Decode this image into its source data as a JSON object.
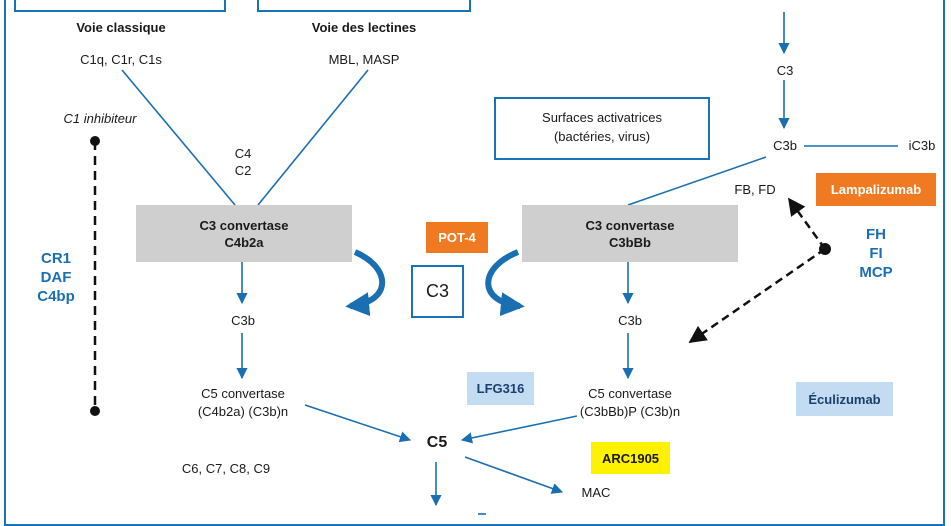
{
  "labels": {
    "voie_classique": "Voie classique",
    "voie_lectines": "Voie des lectines",
    "c1q_c1r_c1s": "C1q, C1r, C1s",
    "mbl_masp": "MBL, MASP",
    "c1_inhibiteur": "C1 inhibiteur",
    "c4": "C4",
    "c2": "C2",
    "c3_top": "C3",
    "c3b_top": "C3b",
    "ic3b": "iC3b",
    "fb_fd": "FB, FD",
    "c3b_left": "C3b",
    "c3b_right": "C3b",
    "c5_conv_left_1": "C5 convertase",
    "c5_conv_left_2": "(C4b2a) (C3b)n",
    "c5_conv_right_1": "C5 convertase",
    "c5_conv_right_2": "(C3bBb)P (C3b)n",
    "c5": "C5",
    "c6_c9": "C6, C7, C8, C9",
    "mac": "MAC"
  },
  "surfaces": {
    "line1": "Surfaces activatrices",
    "line2": "(bactéries, virus)"
  },
  "convertase_left": {
    "line1": "C3 convertase",
    "line2": "C4b2a"
  },
  "convertase_right": {
    "line1": "C3 convertase",
    "line2": "C3bBb"
  },
  "c3_center": "C3",
  "regulators_left": [
    "CR1",
    "DAF",
    "C4bp"
  ],
  "regulators_right": [
    "FH",
    "FI",
    "MCP"
  ],
  "drugs": {
    "lampalizumab": "Lampalizumab",
    "pot4": "POT-4",
    "lfg316": "LFG316",
    "eculizumab": "Éculizumab",
    "arc1905": "ARC1905"
  },
  "colors": {
    "frame": "#1a73b8",
    "arrow": "#1a6fb3",
    "orange": "#f07a22",
    "light_blue": "#c4dcf1",
    "yellow": "#fff200",
    "gray": "#cfcfcf"
  }
}
